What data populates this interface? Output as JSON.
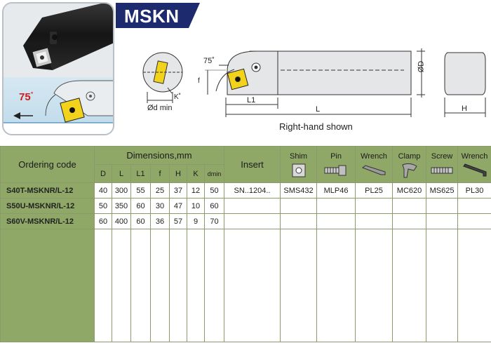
{
  "title": "MSKN",
  "photo": {
    "angle_label": "75",
    "angle_unit": "°",
    "arrow_icon": "left-arrow-icon"
  },
  "drawing": {
    "angle": "75˚",
    "f": "f",
    "od_min": "Ød min",
    "k": "K˚",
    "l1": "L1",
    "l": "L",
    "od": "ØD",
    "h": "H",
    "caption": "Right-hand shown"
  },
  "table": {
    "ordering_code": "Ordering code",
    "dimensions": "Dimensions,mm",
    "dim_cols": [
      "D",
      "L",
      "L1",
      "f",
      "H",
      "K",
      "dmin"
    ],
    "insert": "Insert",
    "tools": [
      {
        "name": "Shim",
        "icon": "shim-icon"
      },
      {
        "name": "Pin",
        "icon": "pin-icon"
      },
      {
        "name": "Wrench",
        "icon": "wrench-icon"
      },
      {
        "name": "Clamp",
        "icon": "clamp-icon"
      },
      {
        "name": "Screw",
        "icon": "screw-icon"
      },
      {
        "name": "Wrench",
        "icon": "hex-key-icon"
      }
    ],
    "rows": [
      {
        "code": "S40T-MSKNR/L-12",
        "dims": [
          "40",
          "300",
          "55",
          "25",
          "37",
          "12",
          "50"
        ]
      },
      {
        "code": "S50U-MSKNR/L-12",
        "dims": [
          "50",
          "350",
          "60",
          "30",
          "47",
          "10",
          "60"
        ]
      },
      {
        "code": "S60V-MSKNR/L-12",
        "dims": [
          "60",
          "400",
          "60",
          "36",
          "57",
          "9",
          "70"
        ]
      }
    ],
    "first_row_parts": {
      "insert": "SN..1204..",
      "shim": "SMS432",
      "pin": "MLP46",
      "wrench": "PL25",
      "clamp": "MC620",
      "screw": "MS625",
      "wrench2": "PL30"
    }
  },
  "colors": {
    "header_green": "#8fa767",
    "banner_navy": "#1e2a6e",
    "insert_yellow": "#f3d21b",
    "angle_red": "#d11a1a"
  }
}
